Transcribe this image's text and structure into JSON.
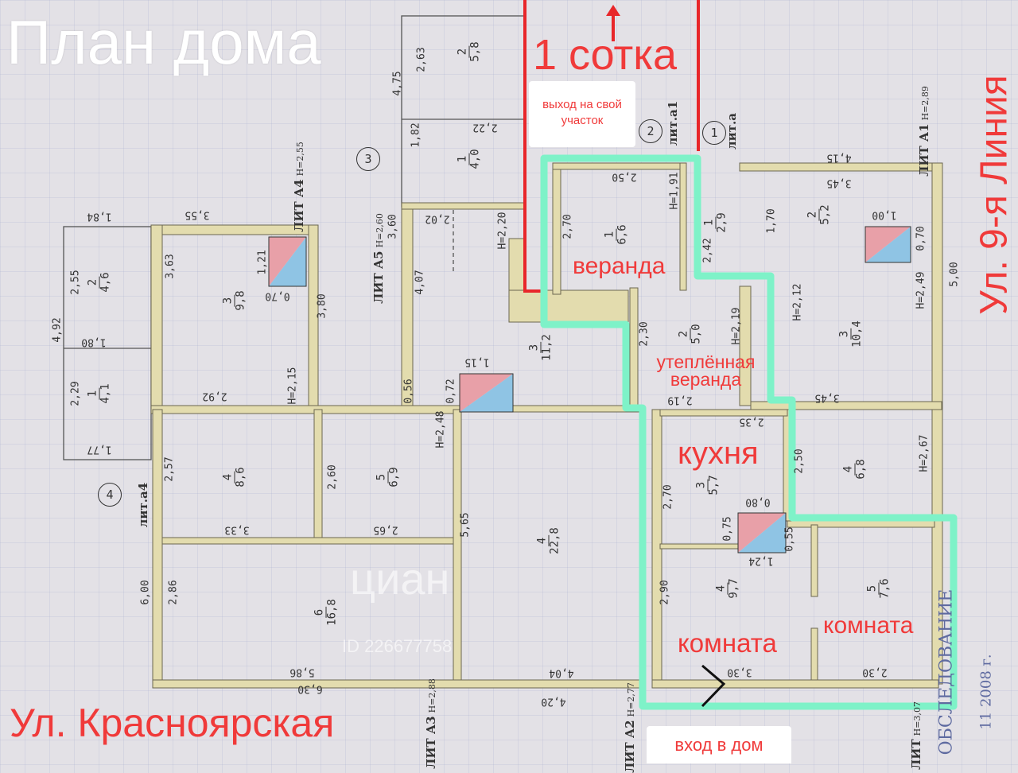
{
  "title": "План дома",
  "annotations": {
    "plot_size": "1 сотка",
    "exit_note": "выход на свой участок",
    "street_right": "Ул. 9-я Линия",
    "street_bottom": "Ул. Красноярская",
    "entrance": "вход в дом",
    "veranda": "веранда",
    "warm_veranda": "утеплённая веранда",
    "kitchen": "кухня",
    "room_a": "комната",
    "room_b": "комната"
  },
  "colors": {
    "outline": "#7ef2c8",
    "annotation": "#f03a3a",
    "wall": "#e3dcae",
    "red_line": "#e8262a"
  },
  "rooms": [
    {
      "num": "2",
      "area": "4,6"
    },
    {
      "num": "1",
      "area": "4,1"
    },
    {
      "num": "3",
      "area": "9,8"
    },
    {
      "num": "2",
      "area": "5,8"
    },
    {
      "num": "1",
      "area": "4,0"
    },
    {
      "num": "3",
      "area": "11,2"
    },
    {
      "num": "4",
      "area": "8,6"
    },
    {
      "num": "5",
      "area": "6,9"
    },
    {
      "num": "6",
      "area": "16,8"
    },
    {
      "num": "4",
      "area": "22,8"
    },
    {
      "num": "1",
      "area": "6,6"
    },
    {
      "num": "1",
      "area": "2,9"
    },
    {
      "num": "2",
      "area": "5,0"
    },
    {
      "num": "2",
      "area": "5,2"
    },
    {
      "num": "3",
      "area": "10,4"
    },
    {
      "num": "3",
      "area": "5,7"
    },
    {
      "num": "4",
      "area": "6,8"
    },
    {
      "num": "4",
      "area": "9,7"
    },
    {
      "num": "5",
      "area": "7,6"
    }
  ],
  "lits": [
    {
      "name": "ЛИТ А4",
      "h": "H=2,55"
    },
    {
      "name": "ЛИТ А5",
      "h": "H=2,60"
    },
    {
      "name": "лит.а1",
      "h": ""
    },
    {
      "name": "лит.а",
      "h": ""
    },
    {
      "name": "ЛИТ А1",
      "h": "H=2,89"
    },
    {
      "name": "лит.а4",
      "h": ""
    },
    {
      "name": "ЛИТ А3",
      "h": "H=2,88"
    },
    {
      "name": "ЛИТ А2",
      "h": "H=2,77"
    },
    {
      "name": "ЛИТ",
      "h": "H=3,07"
    }
  ],
  "markers": [
    "3",
    "2",
    "1",
    "4"
  ],
  "dims": [
    "1,84",
    "2,55",
    "4,92",
    "1,80",
    "2,29",
    "1,77",
    "3,55",
    "3,63",
    "1,21",
    "0,70",
    "3,80",
    "H=2,15",
    "2,92",
    "4,75",
    "2,63",
    "1,82",
    "2,22",
    "2,02",
    "3,60",
    "4,07",
    "H=2,20",
    "0,56",
    "0,72",
    "1,15",
    "H=2,48",
    "2,50",
    "2,70",
    "H=1,91",
    "2,30",
    "H=2,19",
    "2,19",
    "2,42",
    "1,70",
    "4,15",
    "3,45",
    "1,00",
    "0,70",
    "H=2,49",
    "5,00",
    "2,57",
    "2,60",
    "3,33",
    "2,65",
    "5,65",
    "2,86",
    "6,00",
    "5,86",
    "6,30",
    "4,04",
    "4,20",
    "2,35",
    "2,70",
    "0,80",
    "0,75",
    "0,55",
    "1,24",
    "2,90",
    "3,30",
    "2,30",
    "H=2,67",
    "3,45",
    "H=2,12",
    "2,50"
  ],
  "stamp": {
    "line1": "ОБСЛЕДОВАНИЕ",
    "line2": "11 2008 г."
  },
  "watermark": {
    "logo": "циан",
    "id": "ID 226677758"
  }
}
